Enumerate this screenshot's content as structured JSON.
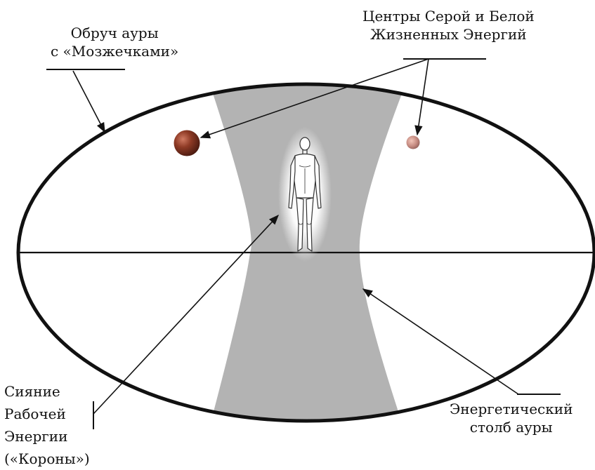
{
  "labels": {
    "hoop": {
      "line1": "Обруч ауры",
      "line2": "с «Мозжечками»"
    },
    "centers": {
      "line1": "Центры Серой и Белой",
      "line2": "Жизненных Энергий"
    },
    "glow": {
      "line1": "Сияние",
      "line2": "Рабочей",
      "line3": "Энергии",
      "line4": "(«Короны»)"
    },
    "pillar": {
      "line1": "Энергетический",
      "line2": "столб ауры"
    }
  },
  "colors": {
    "outline": "#111111",
    "pillar": "#b4b4b4",
    "sphere_dark": "#7a2e1c",
    "sphere_light": "#c48a80",
    "figure_glow": "#ffffff"
  },
  "elements": {
    "figure": "human-figure",
    "large_sphere": "gray-energy-center",
    "small_sphere": "white-energy-center"
  }
}
